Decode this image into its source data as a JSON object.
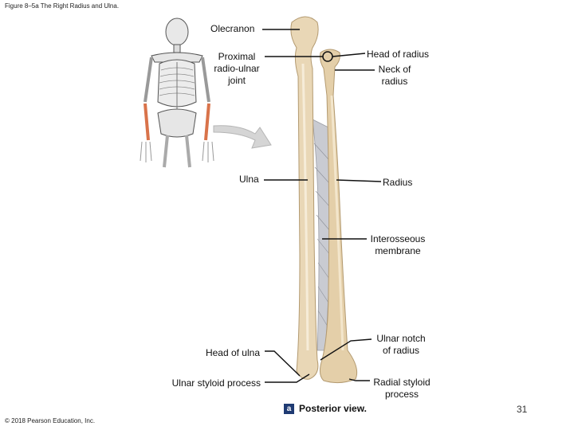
{
  "figure_title": "Figure 8–5a The Right Radius and Ulna.",
  "labels": {
    "olecranon": "Olecranon",
    "proximal_joint": "Proximal radio-ulnar joint",
    "head_of_radius": "Head of radius",
    "neck_of_radius": "Neck of radius",
    "ulna": "Ulna",
    "radius": "Radius",
    "interosseous_membrane": "Interosseous membrane",
    "ulnar_notch": "Ulnar notch of radius",
    "head_of_ulna": "Head of ulna",
    "ulnar_styloid": "Ulnar styloid process",
    "radial_styloid": "Radial styloid process"
  },
  "view": {
    "badge": "a",
    "caption": "Posterior view."
  },
  "copyright": "© 2018 Pearson Education, Inc.",
  "page_number": "31",
  "colors": {
    "bone": "#e9d7b6",
    "bone_shadow": "#cdb48a",
    "membrane": "#c9cbd2",
    "skeleton_highlight": "#d9734a",
    "leader": "#111111"
  }
}
